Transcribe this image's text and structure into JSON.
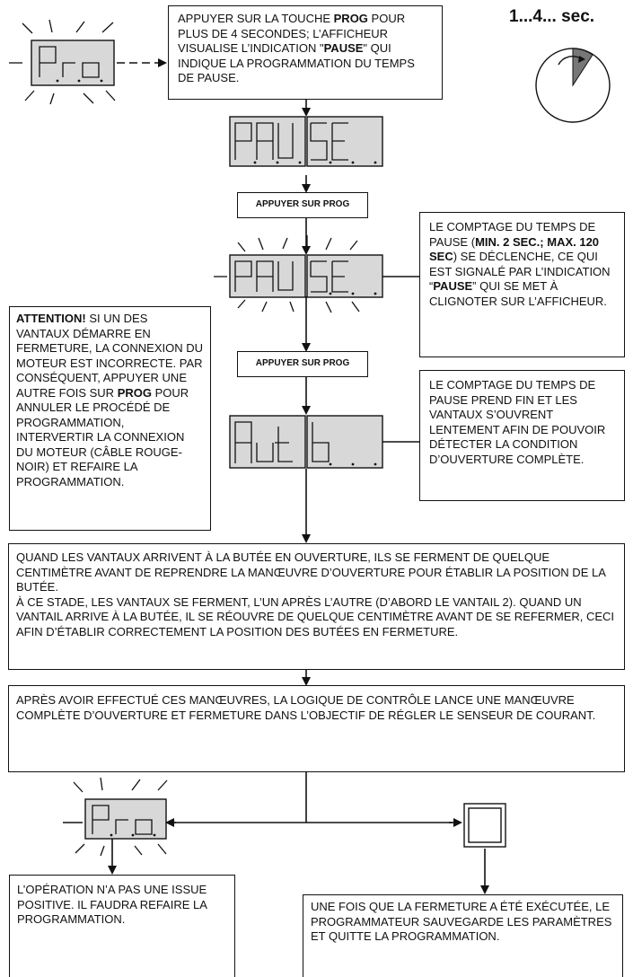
{
  "timer": {
    "label": "1...4... sec."
  },
  "display_words": {
    "pro": "Pro",
    "pause": "PAUSE",
    "auto": "Auto"
  },
  "boxes": {
    "step1": [
      {
        "t": "APPUYER SUR LA TOUCHE "
      },
      {
        "t": "PROG",
        "b": true
      },
      {
        "t": " POUR PLUS DE 4 SECONDES; L’AFFICHEUR VISUALISE L’INDICATION \""
      },
      {
        "t": "PAUSE",
        "b": true
      },
      {
        "t": "\" QUI INDIQUE LA PROGRAMMATION DU TEMPS DE PAUSE."
      }
    ],
    "count_start": [
      {
        "t": "LE COMPTAGE DU TEMPS DE PAUSE ("
      },
      {
        "t": "MIN. 2 SEC.; MAX. 120 SEC",
        "b": true
      },
      {
        "t": ") SE DÉCLENCHE, CE QUI EST SIGNALÉ PAR L’INDICATION “"
      },
      {
        "t": "PAUSE",
        "b": true
      },
      {
        "t": "” QUI SE MET À CLIGNOTER SUR L’AFFICHEUR."
      }
    ],
    "attention": [
      {
        "t": "ATTENTION!",
        "b": true
      },
      {
        "t": " SI UN DES VANTAUX DÉMARRE EN FERMETURE, LA CONNEXION DU MOTEUR EST INCORRECTE. PAR CONSÉQUENT, APPUYER UNE AUTRE FOIS SUR "
      },
      {
        "t": "PROG",
        "b": true
      },
      {
        "t": " POUR ANNULER LE PROCÉDÉ DE PROGRAMMATION, INTERVERTIR LA CONNEXION DU MOTEUR (CÂBLE ROUGE-NOIR) ET REFAIRE LA PROGRAMMATION."
      }
    ],
    "count_end": [
      {
        "t": "LE COMPTAGE DU TEMPS DE PAUSE PREND FIN ET LES VANTAUX S’OUVRENT LENTEMENT AFIN DE POUVOIR DÉTECTER LA CONDITION D’OUVERTURE COMPLÈTE."
      }
    ],
    "butee": [
      {
        "t": "QUAND LES VANTAUX ARRIVENT À LA BUTÉE EN OUVERTURE, ILS SE FERMENT DE QUELQUE CENTIMÈTRE AVANT DE REPRENDRE LA MANŒUVRE D’OUVERTURE POUR ÉTABLIR LA POSITION DE LA BUTÉE."
      },
      {
        "br": true
      },
      {
        "t": "À CE STADE, LES VANTAUX SE FERMENT, L’UN APRÈS L’AUTRE (D’ABORD LE VANTAIL 2). QUAND UN VANTAIL ARRIVE À LA BUTÉE, IL SE RÉOUVRE DE QUELQUE CENTIMÈTRE AVANT DE SE REFERMER, CECI AFIN D’ÉTABLIR CORRECTEMENT LA POSITION DES BUTÉES EN FERMETURE."
      }
    ],
    "manoeuvres": [
      {
        "t": "APRÈS AVOIR EFFECTUÉ CES MANŒUVRES, LA LOGIQUE DE CONTRÔLE LANCE UNE MANŒUVRE COMPLÈTE D’OUVERTURE ET FERMETURE DANS L’OBJECTIF DE RÉGLER LE SENSEUR DE COURANT."
      }
    ],
    "fail": [
      {
        "t": "L’OPÉRATION N’A PAS UNE ISSUE POSITIVE. IL FAUDRA REFAIRE LA PROGRAMMATION."
      }
    ],
    "success": [
      {
        "t": "UNE FOIS QUE LA FERMETURE A ÉTÉ EXÉCUTÉE, LE PROGRAMMATEUR SAUVEGARDE LES PARAMÈTRES ET QUITTE LA PROGRAMMATION."
      }
    ]
  },
  "buttons": {
    "prog1": "APPUYER SUR PROG",
    "prog2": "APPUYER SUR PROG"
  }
}
